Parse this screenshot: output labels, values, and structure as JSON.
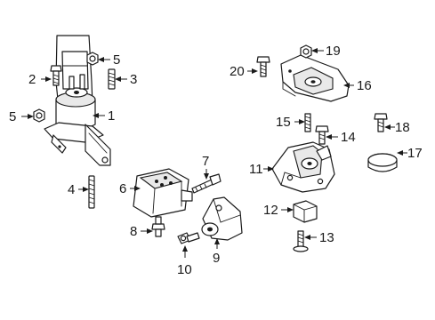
{
  "diagram": {
    "callouts": [
      {
        "id": "1",
        "label": "1"
      },
      {
        "id": "2",
        "label": "2"
      },
      {
        "id": "3",
        "label": "3"
      },
      {
        "id": "4",
        "label": "4"
      },
      {
        "id": "5a",
        "label": "5"
      },
      {
        "id": "5b",
        "label": "5"
      },
      {
        "id": "6",
        "label": "6"
      },
      {
        "id": "7",
        "label": "7"
      },
      {
        "id": "8",
        "label": "8"
      },
      {
        "id": "9",
        "label": "9"
      },
      {
        "id": "10",
        "label": "10"
      },
      {
        "id": "11",
        "label": "11"
      },
      {
        "id": "12",
        "label": "12"
      },
      {
        "id": "13",
        "label": "13"
      },
      {
        "id": "14",
        "label": "14"
      },
      {
        "id": "15",
        "label": "15"
      },
      {
        "id": "16",
        "label": "16"
      },
      {
        "id": "17",
        "label": "17"
      },
      {
        "id": "18",
        "label": "18"
      },
      {
        "id": "19",
        "label": "19"
      },
      {
        "id": "20",
        "label": "20"
      }
    ]
  }
}
